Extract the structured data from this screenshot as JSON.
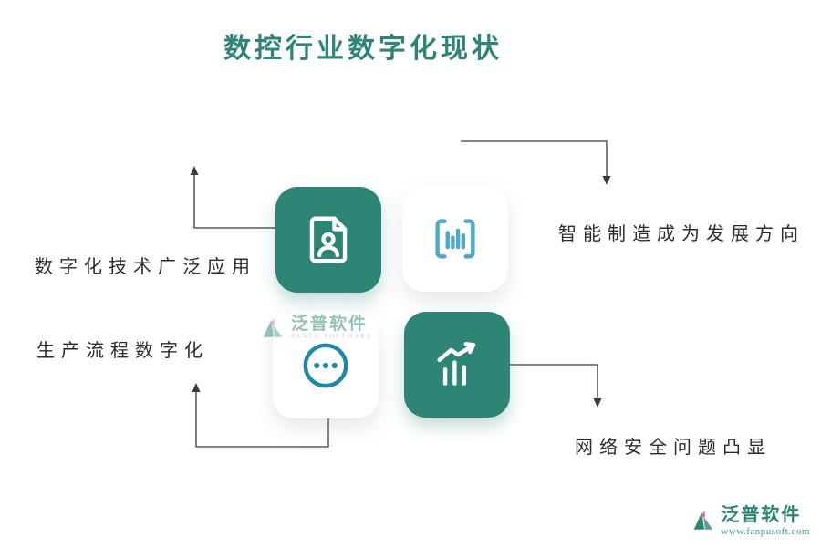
{
  "title": "数控行业数字化现状",
  "colors": {
    "teal": "#2E8576",
    "light_blue": "#4FA8C5",
    "blue": "#1E88A8",
    "text": "#2B2B2B",
    "line": "#3A3A3A",
    "pink_accent": "#E8578E"
  },
  "items": [
    {
      "label": "数字化技术广泛应用",
      "icon": "document-user-icon",
      "tile_style": "teal-solid"
    },
    {
      "label": "智能制造成为发展方向",
      "icon": "bar-chart-scan-icon",
      "tile_style": "white"
    },
    {
      "label": "生产流程数字化",
      "icon": "ellipsis-circle-icon",
      "tile_style": "white"
    },
    {
      "label": "网络安全问题凸显",
      "icon": "bar-chart-arrow-icon",
      "tile_style": "teal-solid"
    }
  ],
  "watermark": {
    "name": "泛普软件",
    "subtitle": "FANPU SOFTWARE"
  },
  "footer": {
    "brand": "泛普软件",
    "website": "www.fanpusoft.com"
  }
}
